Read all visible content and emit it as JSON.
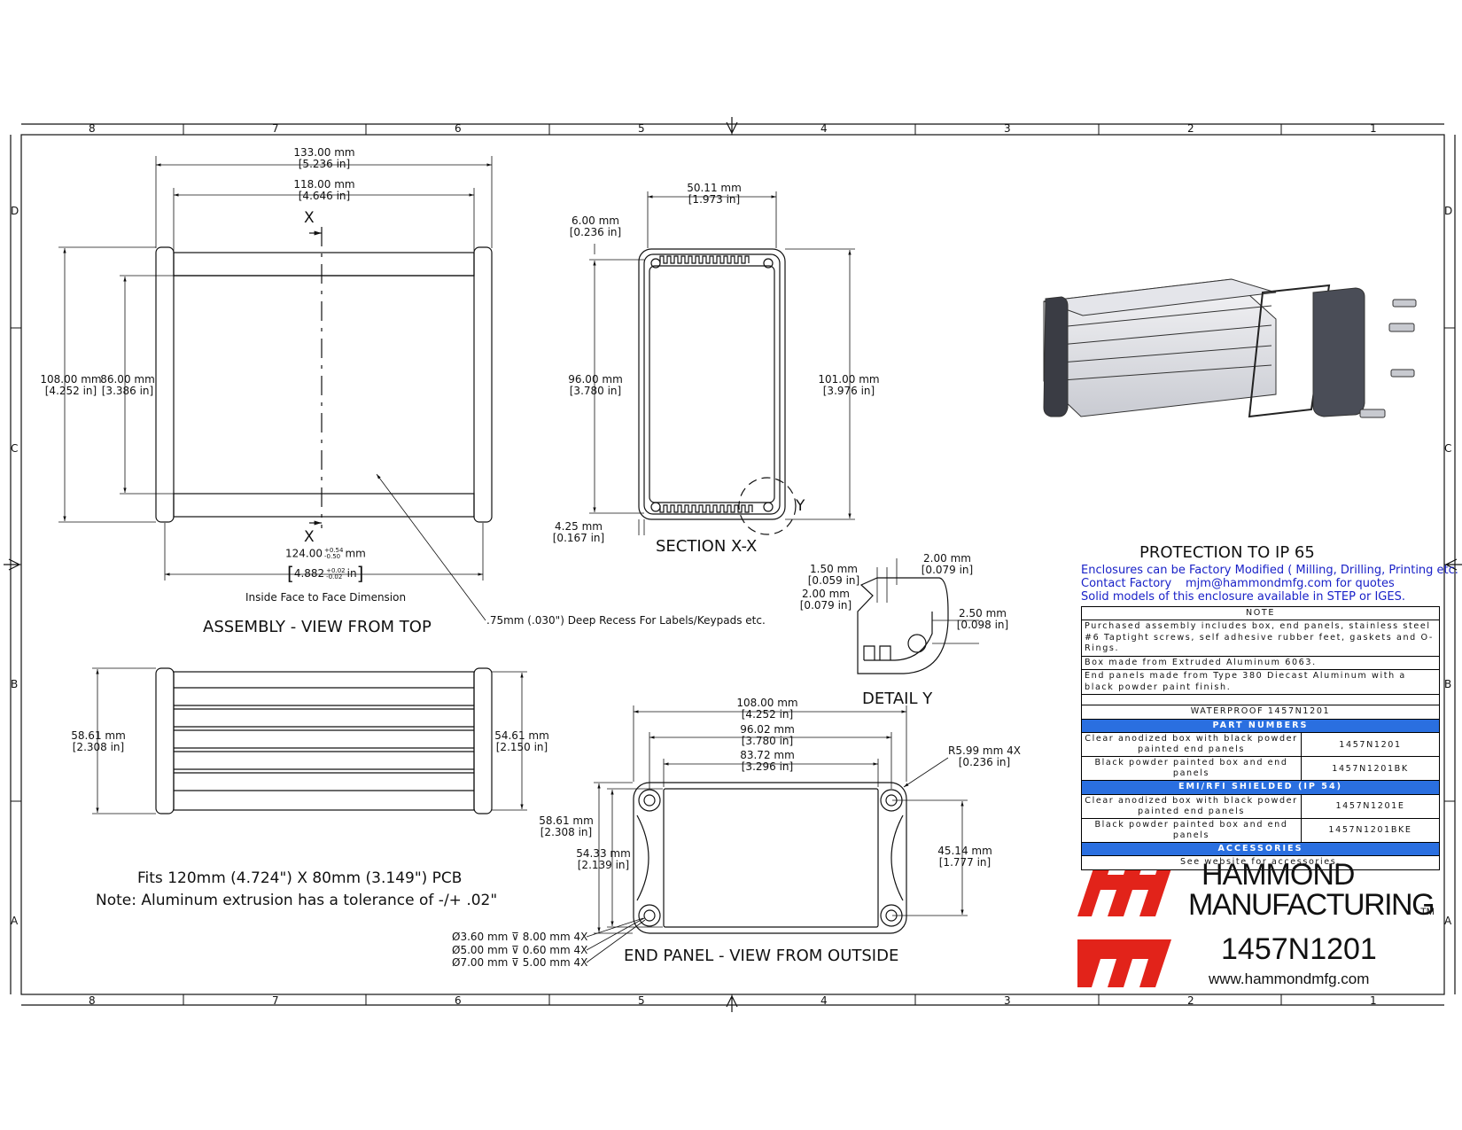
{
  "zones": {
    "columns": [
      "8",
      "7",
      "6",
      "5",
      "4",
      "3",
      "2",
      "1"
    ],
    "rows": [
      "D",
      "C",
      "B",
      "A"
    ]
  },
  "assembly_top": {
    "overall_length": {
      "mm": "133.00 mm",
      "in": "[5.236 in]"
    },
    "inner_length": {
      "mm": "118.00 mm",
      "in": "[4.646 in]"
    },
    "outer_width": {
      "mm": "108.00 mm",
      "in": "[4.252 in]"
    },
    "inner_width": {
      "mm": "86.00 mm",
      "in": "[3.386 in]"
    },
    "section_mark": "X",
    "face_dim_mm_value": "124.00",
    "face_dim_mm_tol_plus": "+0.54",
    "face_dim_mm_tol_minus": "-0.50",
    "face_dim_mm_unit": "mm",
    "face_dim_in_value": "4.882",
    "face_dim_in_tol_plus": "+0.02",
    "face_dim_in_tol_minus": "-0.02",
    "face_dim_in_unit": "in",
    "face_caption": "Inside Face to Face Dimension",
    "recess_note": ".75mm (.030\") Deep Recess For Labels/Keypads etc.",
    "title": "ASSEMBLY - VIEW FROM TOP"
  },
  "side_view": {
    "left_height": {
      "mm": "58.61 mm",
      "in": "[2.308 in]"
    },
    "right_height": {
      "mm": "54.61 mm",
      "in": "[2.150 in]"
    }
  },
  "section": {
    "width": {
      "mm": "50.11 mm",
      "in": "[1.973 in]"
    },
    "wall_top": {
      "mm": "6.00 mm",
      "in": "[0.236 in]"
    },
    "inner_height": {
      "mm": "96.00 mm",
      "in": "[3.780 in]"
    },
    "outer_height": {
      "mm": "101.00 mm",
      "in": "[3.976 in]"
    },
    "wall_side": {
      "mm": "4.25 mm",
      "in": "[0.167 in]"
    },
    "detail_mark": "Y",
    "title": "SECTION  X-X"
  },
  "detail": {
    "d1": {
      "mm": "2.00 mm",
      "in": "[0.079 in]"
    },
    "d2": {
      "mm": "1.50 mm",
      "in": "[0.059 in]"
    },
    "d3": {
      "mm": "2.00 mm",
      "in": "[0.079 in]"
    },
    "d4": {
      "mm": "2.50 mm",
      "in": "[0.098 in]"
    },
    "title": "DETAIL  Y"
  },
  "end_panel": {
    "overall": {
      "mm": "108.00 mm",
      "in": "[4.252 in]"
    },
    "holes_x": {
      "mm": "96.02 mm",
      "in": "[3.780 in]"
    },
    "recess_w": {
      "mm": "83.72 mm",
      "in": "[3.296 in]"
    },
    "radius": {
      "mm": "R5.99 mm 4X",
      "in": "[0.236 in]"
    },
    "height": {
      "mm": "58.61 mm",
      "in": "[2.308 in]"
    },
    "recess_h": {
      "mm": "54.33 mm",
      "in": "[2.139 in]"
    },
    "holes_y": {
      "mm": "45.14 mm",
      "in": "[1.777 in]"
    },
    "hole1": "Ø3.60 mm ⊽ 8.00 mm 4X",
    "hole2": "Ø5.00 mm ⊽ 0.60 mm 4X",
    "hole3": "Ø7.00 mm ⊽ 5.00 mm 4X",
    "title": "END PANEL - VIEW FROM OUTSIDE"
  },
  "fit_notes": {
    "line1": "Fits 120mm (4.724\") X 80mm (3.149\") PCB",
    "line2": "Note: Aluminum extrusion has a tolerance of -/+ .02\""
  },
  "protection": {
    "title": "PROTECTION TO IP 65",
    "line1": "Enclosures can be Factory Modified ( Milling, Drilling, Printing etc. )",
    "contact_label": "Contact Factory",
    "contact_email": "mjm@hammondmfg.com for quotes",
    "line3": "Solid models of this enclosure available in STEP or IGES."
  },
  "note_table": {
    "header": "NOTE",
    "n1": "Purchased assembly includes box, end panels, stainless steel #6 Taptight screws, self adhesive rubber feet, gaskets and O-Rings.",
    "n2": "Box made from Extruded Aluminum 6063.",
    "n3": "End panels made from Type 380 Diecast Aluminum with a black powder paint finish.",
    "waterproof": "WATERPROOF 1457N1201",
    "part_numbers_hdr": "PART NUMBERS",
    "p1_desc": "Clear anodized box with black powder painted end panels",
    "p1_num": "1457N1201",
    "p2_desc": "Black powder painted box and end panels",
    "p2_num": "1457N1201BK",
    "emi_hdr": "EMI/RFI SHIELDED (IP 54)",
    "e1_desc": "Clear anodized box with black powder painted end panels",
    "e1_num": "1457N1201E",
    "e2_desc": "Black powder painted box and end panels",
    "e2_num": "1457N1201BKE",
    "acc_hdr": "ACCESSORIES",
    "acc_text": "See website for accessories."
  },
  "logo": {
    "line1": "HAMMOND",
    "line2": "MANUFACTURING",
    "tm": "TM",
    "part": "1457N1201",
    "url": "www.hammondmfg.com",
    "brand_color": "#e2231a"
  },
  "colors": {
    "table_header_blue": "#2a6fe0",
    "link_blue": "#1a22c8"
  }
}
